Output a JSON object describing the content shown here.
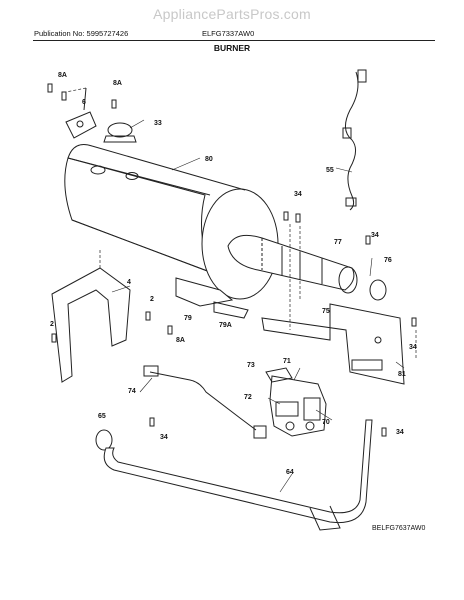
{
  "watermark": "AppliancePartsPros.com",
  "header": {
    "publication": "Publication No: 5995727426",
    "model": "ELFG7337AW0",
    "section_title": "BURNER"
  },
  "diagram_code": "BELFG7637AW0",
  "callouts": {
    "c8a_1": "8A",
    "c8a_2": "8A",
    "c6": "6",
    "c33": "33",
    "c80": "80",
    "c55": "55",
    "c34_top": "34",
    "c34_top2": "34",
    "c77": "77",
    "c76": "76",
    "c75": "75",
    "c4": "4",
    "c2_a": "2",
    "c2_b": "2",
    "c79": "79",
    "c79a": "79A",
    "c8a_3": "8A",
    "c81": "81",
    "c34_right": "34",
    "c73": "73",
    "c71": "71",
    "c74": "74",
    "c72": "72",
    "c70": "70",
    "c65": "65",
    "c34_low": "34",
    "c34_right2": "34",
    "c64": "64"
  }
}
